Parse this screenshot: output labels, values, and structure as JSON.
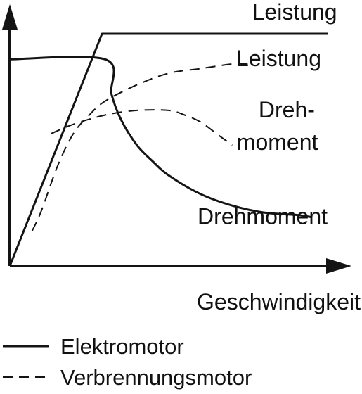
{
  "chart_data": {
    "type": "line",
    "title": "",
    "xlabel": "Geschwindigkeit",
    "ylabel": "",
    "xlim": [
      0,
      100
    ],
    "ylim": [
      0,
      100
    ],
    "grid": false,
    "legend_position": "bottom-left",
    "series": [
      {
        "name": "Elektromotor",
        "curve": "Leistung",
        "style": "solid",
        "x": [
          0,
          29,
          100
        ],
        "y": [
          0,
          100,
          100
        ]
      },
      {
        "name": "Elektromotor",
        "curve": "Drehmoment",
        "style": "solid",
        "x": [
          0,
          30,
          32,
          35,
          40,
          45,
          50,
          60,
          70,
          80,
          90,
          95
        ],
        "y": [
          89,
          89,
          74,
          63,
          52,
          45,
          39,
          31,
          26,
          23,
          22,
          21
        ]
      },
      {
        "name": "Verbrennungsmotor",
        "curve": "Leistung",
        "style": "dashed",
        "x": [
          7,
          10,
          15,
          20,
          25,
          30,
          40,
          50,
          60,
          70,
          75
        ],
        "y": [
          15,
          24,
          43,
          57,
          65,
          71,
          78,
          83,
          85,
          87,
          87
        ]
      },
      {
        "name": "Verbrennungsmotor",
        "curve": "Drehmoment",
        "style": "dashed",
        "x": [
          13,
          20,
          30,
          40,
          50,
          55,
          60,
          66,
          70
        ],
        "y": [
          57,
          61,
          65,
          67,
          67,
          65,
          62,
          56,
          52
        ]
      }
    ],
    "annotations": [
      {
        "id": "leistung-elektro",
        "text": "Leistung",
        "at": [
          103,
          106
        ]
      },
      {
        "id": "leistung-verbrennung",
        "text": "Leistung",
        "at": [
          98,
          86
        ]
      },
      {
        "id": "dreh-verbrennung-1",
        "text": "Dreh-",
        "at": [
          96,
          64
        ]
      },
      {
        "id": "dreh-verbrennung-2",
        "text": "moment",
        "at": [
          97,
          50
        ]
      },
      {
        "id": "drehmoment-elektro",
        "text": "Drehmoment",
        "at": [
          100,
          18
        ]
      }
    ],
    "legend": [
      {
        "label": "Elektromotor",
        "style": "solid"
      },
      {
        "label": "Verbrennungsmotor",
        "style": "dashed"
      }
    ],
    "colors": {
      "line": "#141414"
    }
  }
}
